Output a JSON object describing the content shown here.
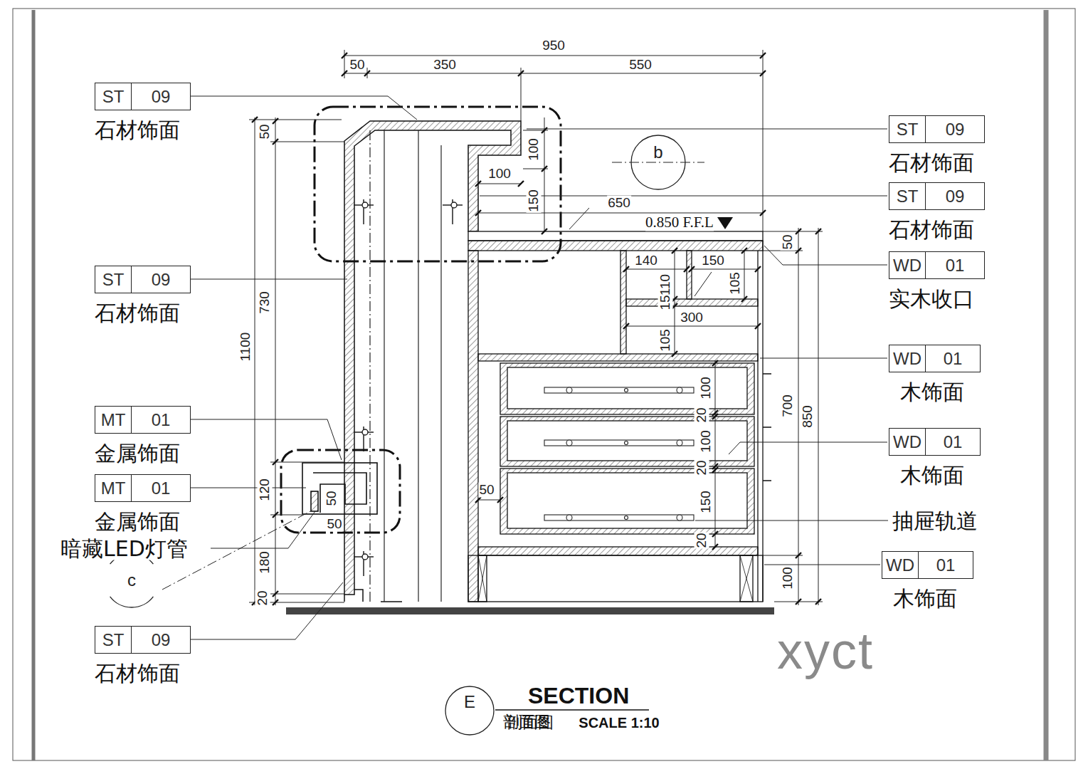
{
  "diagram": {
    "title": "SECTION",
    "caption": "剖面图",
    "nodes": [
      {
        "text": [
          "ST",
          "09",
          "石材饰面"
        ]
      },
      {
        "text": [
          "ST",
          "09",
          "石材饰面"
        ]
      },
      {
        "text": [
          "b"
        ]
      },
      {
        "text": [
          "ST",
          "09",
          "石材饰面"
        ]
      },
      {
        "text": [
          "WD",
          "01",
          "实木收口"
        ]
      },
      {
        "text": [
          "ST",
          "09",
          "石材饰面"
        ]
      },
      {
        "text": [
          "WD",
          "01",
          "木饰面"
        ]
      },
      {
        "text": [
          "MT",
          "01",
          "金属饰面"
        ]
      },
      {
        "text": [
          "WD",
          "01",
          "木饰面"
        ]
      },
      {
        "text": [
          "MT",
          "01",
          "金属饰面"
        ]
      },
      {
        "text": [
          "WD",
          "01",
          "木饰面"
        ]
      },
      {
        "text": [
          "c"
        ]
      },
      {
        "text": [
          "ST",
          "09",
          "石材饰面"
        ]
      },
      {
        "text": [
          "E"
        ]
      }
    ],
    "labels": [
      "950",
      "50",
      "350",
      "550",
      "50",
      "100",
      "100",
      "150",
      "650",
      "0.850 F.F.L",
      "730",
      "1100",
      "50",
      "140",
      "110",
      "150",
      "105",
      "15",
      "300",
      "105",
      "100",
      "20",
      "700",
      "850",
      "100",
      "20",
      "120",
      "50",
      "50",
      "150",
      "暗藏LED灯管",
      "抽屉轨道",
      "50",
      "20",
      "180",
      "100",
      "20",
      "xyct",
      "剖面图",
      "SCALE 1:10"
    ]
  }
}
